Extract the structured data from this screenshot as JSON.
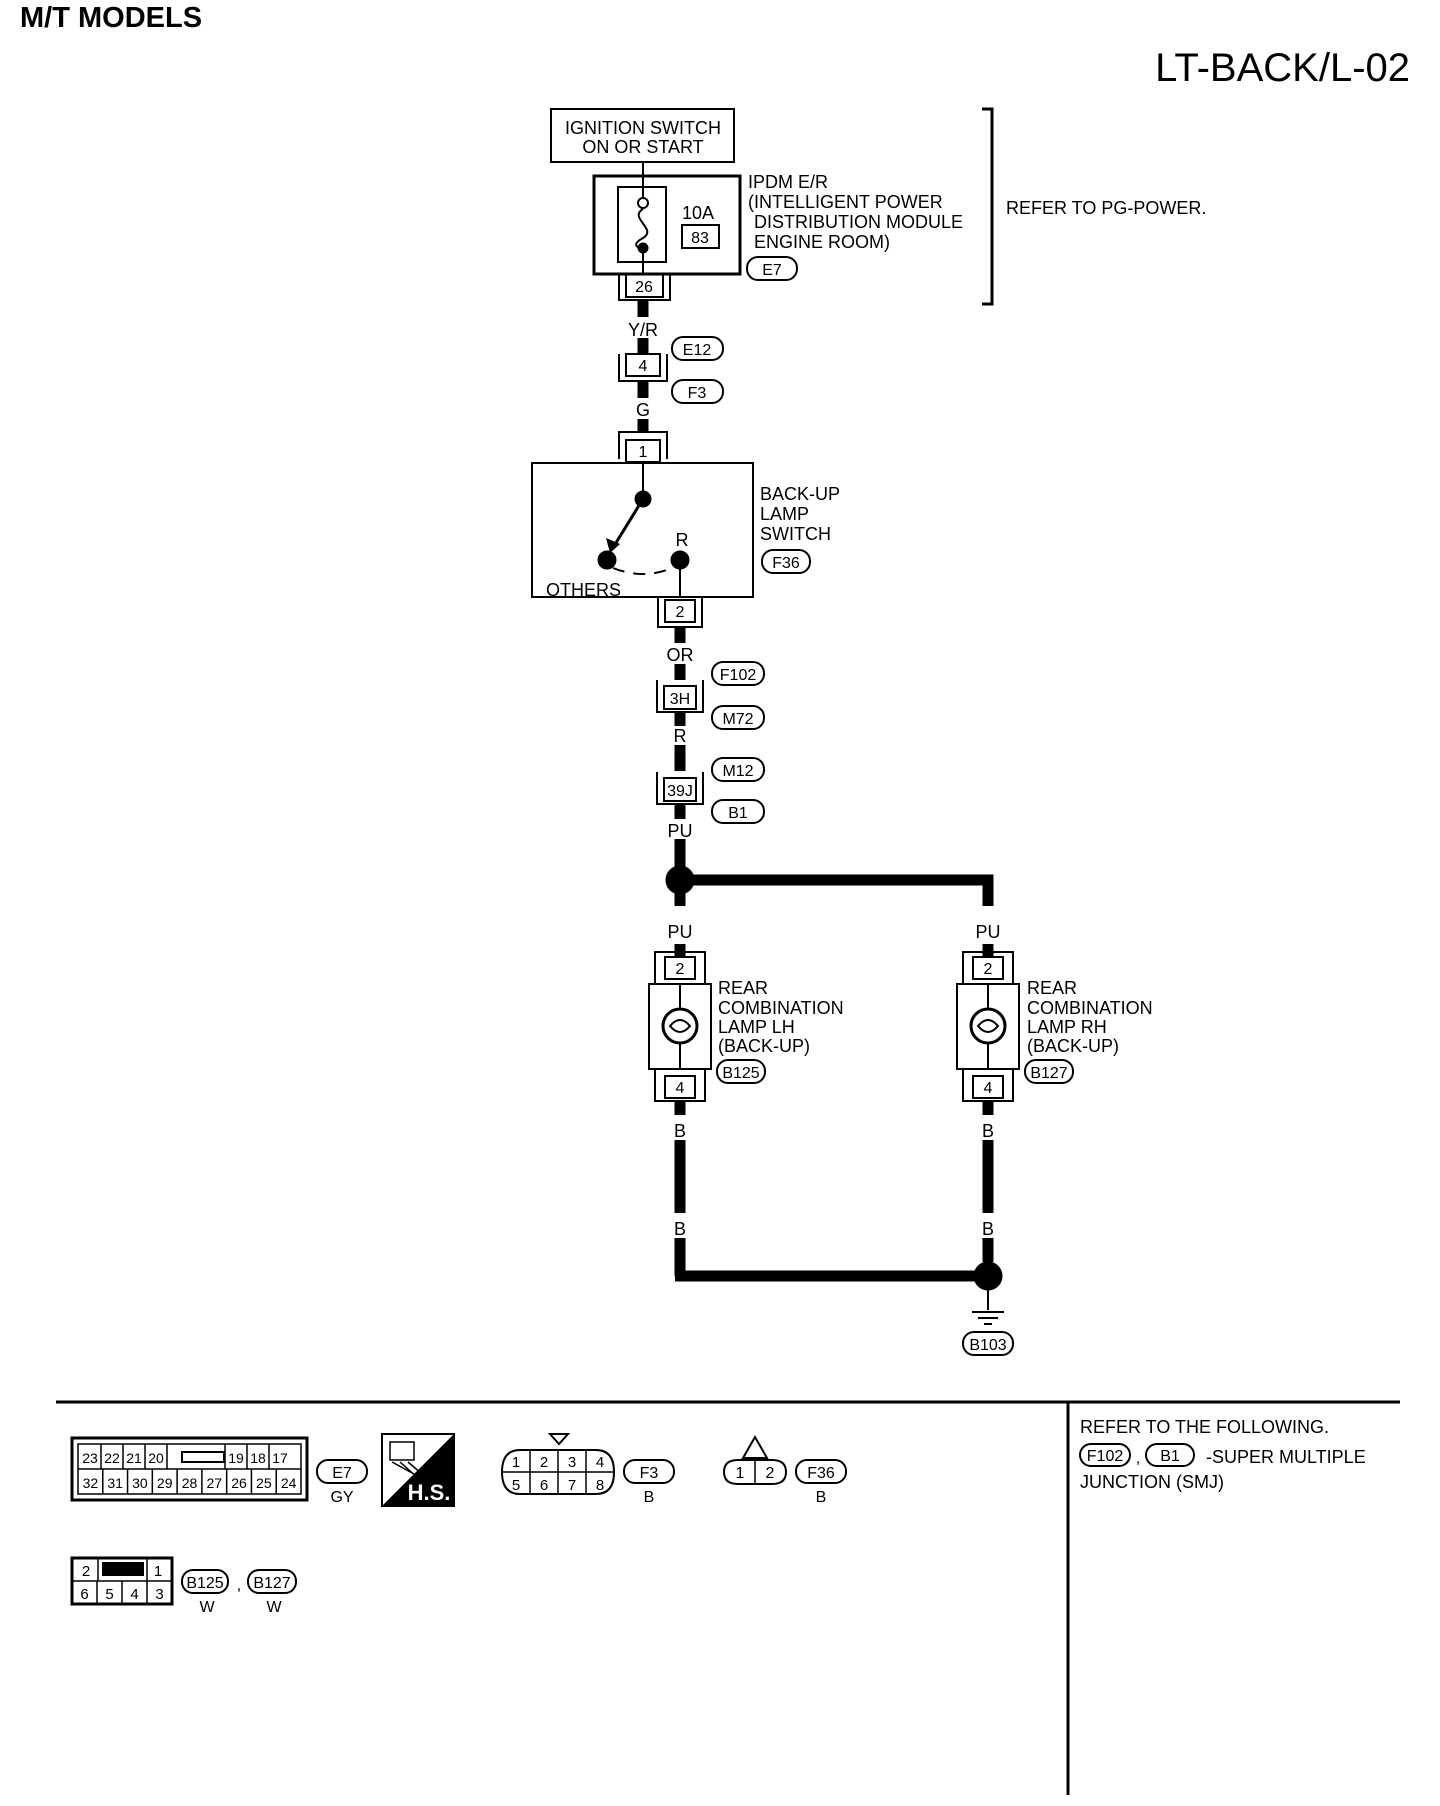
{
  "header": {
    "model": "M/T MODELS",
    "code": "LT-BACK/L-02"
  },
  "ignition": {
    "line1": "IGNITION SWITCH",
    "line2": "ON OR START"
  },
  "ipdm": {
    "lines": [
      "IPDM E/R",
      "(INTELLIGENT POWER",
      "DISTRIBUTION MODULE",
      "ENGINE ROOM)"
    ],
    "fuse_rating": "10A",
    "fuse_no": "83",
    "terminal": "26",
    "connector": "E7",
    "refer": "REFER TO PG-POWER."
  },
  "wires": {
    "yr": "Y/R",
    "g": "G",
    "or": "OR",
    "r": "R",
    "pu": "PU",
    "b": "B"
  },
  "inline1": {
    "terminal": "4",
    "top": "E12",
    "bottom": "F3"
  },
  "switch": {
    "lines": [
      "BACK-UP",
      "LAMP",
      "SWITCH"
    ],
    "connector": "F36",
    "term_in": "1",
    "term_out": "2",
    "pos_r": "R",
    "pos_others": "OTHERS"
  },
  "inline2": {
    "terminal": "3H",
    "top": "F102",
    "bottom": "M72"
  },
  "inline3": {
    "terminal": "39J",
    "top": "M12",
    "bottom": "B1"
  },
  "lamp_lh": {
    "lines": [
      "REAR",
      "COMBINATION",
      "LAMP LH",
      "(BACK-UP)"
    ],
    "connector": "B125",
    "term_top": "2",
    "term_bot": "4"
  },
  "lamp_rh": {
    "lines": [
      "REAR",
      "COMBINATION",
      "LAMP RH",
      "(BACK-UP)"
    ],
    "connector": "B127",
    "term_top": "2",
    "term_bot": "4"
  },
  "ground": {
    "connector": "B103"
  },
  "connector_views": {
    "e7": {
      "row1": [
        "23",
        "22",
        "21",
        "20",
        "",
        "19",
        "18",
        "17"
      ],
      "row2": [
        "32",
        "31",
        "30",
        "29",
        "28",
        "27",
        "26",
        "25",
        "24"
      ],
      "name": "E7",
      "color": "GY"
    },
    "hs_label": "H.S.",
    "f3": {
      "row1": [
        "1",
        "2",
        "3",
        "4"
      ],
      "row2": [
        "5",
        "6",
        "7",
        "8"
      ],
      "name": "F3",
      "color": "B"
    },
    "f36": {
      "pins": [
        "1",
        "2"
      ],
      "name": "F36",
      "color": "B"
    },
    "b125": {
      "row1": [
        "2",
        "",
        "1"
      ],
      "row2": [
        "6",
        "5",
        "4",
        "3"
      ],
      "name1": "B125",
      "name2": "B127",
      "color1": "W",
      "color2": "W",
      "sep": ","
    }
  },
  "refer_box": {
    "title": "REFER TO THE FOLLOWING.",
    "id1": "F102",
    "id2": "B1",
    "sep": ",",
    "text1": "-SUPER MULTIPLE",
    "text2": "JUNCTION (SMJ)"
  }
}
